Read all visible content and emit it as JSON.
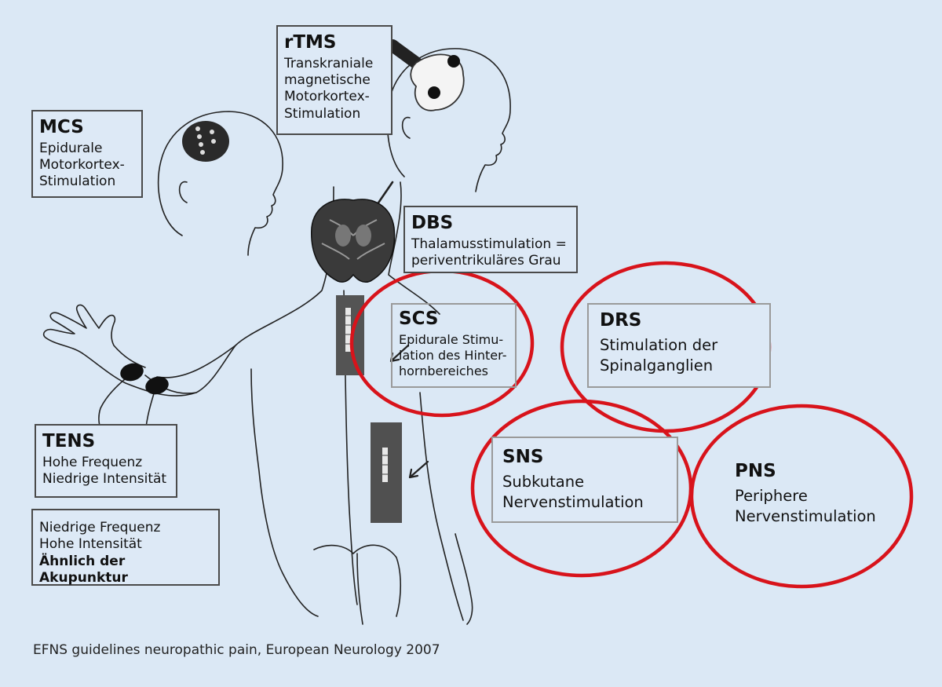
{
  "boxes": {
    "rtms": {
      "title": "rTMS",
      "lines": [
        "Transkraniale",
        "magnetische",
        "Motorkortex-",
        "Stimulation"
      ]
    },
    "mcs": {
      "title": "MCS",
      "lines": [
        "Epidurale",
        "Motorkortex-",
        "Stimulation"
      ]
    },
    "dbs": {
      "title": "DBS",
      "lines": [
        "Thalamusstimulation =",
        "periventrikuläres Grau"
      ]
    },
    "scs": {
      "title": "SCS",
      "lines": [
        "Epidurale Stimu-",
        "lation des Hinter-",
        "hornbereiches"
      ]
    },
    "tens": {
      "title": "TENS",
      "lines": [
        "Hohe Frequenz",
        "Niedrige Intensität"
      ]
    },
    "acu": {
      "lines": [
        "Niedrige Frequenz",
        "Hohe Intensität",
        "Ähnlich der Akupunktur"
      ]
    },
    "drs": {
      "title": "DRS",
      "lines": [
        "Stimulation der",
        "Spinalganglien"
      ]
    },
    "sns": {
      "title": "SNS",
      "lines": [
        "Subkutane",
        "Nervenstimulation"
      ]
    },
    "pns": {
      "title": "PNS",
      "lines": [
        "Periphere",
        "Nervenstimulation"
      ]
    }
  },
  "caption": "EFNS guidelines neuropathic pain, European Neurology 2007",
  "colors": {
    "background": "#dbe8f5",
    "highlight_circle": "#d8131b",
    "outline": "#222222"
  }
}
